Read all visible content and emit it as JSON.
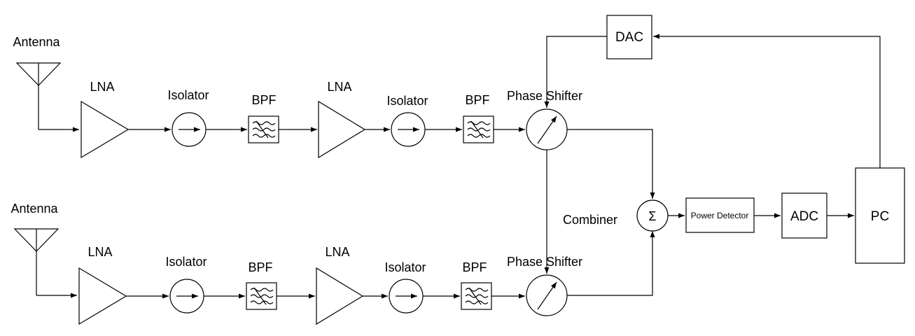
{
  "labels": {
    "antenna": "Antenna",
    "lna": "LNA",
    "isolator": "Isolator",
    "bpf": "BPF",
    "phase_shifter": "Phase Shifter",
    "combiner": "Combiner",
    "combiner_symbol": "Σ",
    "power_detector": "Power Detector",
    "adc": "ADC",
    "dac": "DAC",
    "pc": "PC"
  }
}
